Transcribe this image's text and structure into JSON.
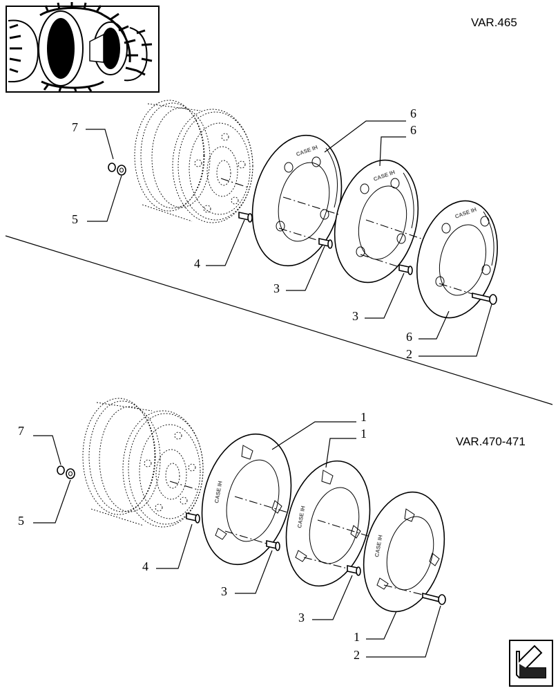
{
  "variant_labels": {
    "top": "VAR.465",
    "bottom": "VAR.470-471"
  },
  "brand_mark": "CASE IH",
  "callouts": {
    "top": [
      {
        "id": "t7",
        "text": "7"
      },
      {
        "id": "t5",
        "text": "5"
      },
      {
        "id": "t4",
        "text": "4"
      },
      {
        "id": "t3a",
        "text": "3"
      },
      {
        "id": "t3b",
        "text": "3"
      },
      {
        "id": "t6a",
        "text": "6"
      },
      {
        "id": "t6b",
        "text": "6"
      },
      {
        "id": "t6c",
        "text": "6"
      },
      {
        "id": "t2",
        "text": "2"
      }
    ],
    "bottom": [
      {
        "id": "b7",
        "text": "7"
      },
      {
        "id": "b5",
        "text": "5"
      },
      {
        "id": "b4",
        "text": "4"
      },
      {
        "id": "b3a",
        "text": "3"
      },
      {
        "id": "b3b",
        "text": "3"
      },
      {
        "id": "b1a",
        "text": "1"
      },
      {
        "id": "b1b",
        "text": "1"
      },
      {
        "id": "b1c",
        "text": "1"
      },
      {
        "id": "b2",
        "text": "2"
      }
    ]
  },
  "icons": {
    "thumbnail": "tractor-rear-wheel-thumbnail",
    "navigation": "next-page-arrow-icon"
  }
}
